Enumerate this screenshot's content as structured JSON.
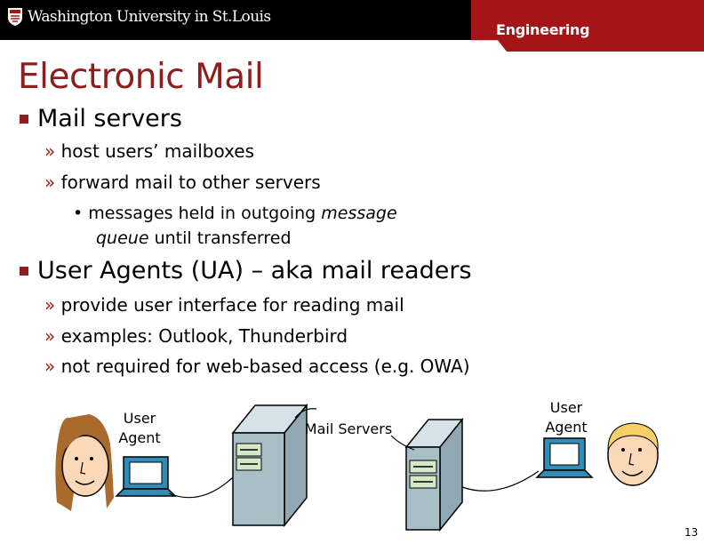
{
  "header": {
    "university": "Washington University in St.Louis",
    "school": "Engineering"
  },
  "slide": {
    "title": "Electronic Mail",
    "bullets": [
      {
        "text": "Mail servers",
        "sub": [
          "host users’ mailboxes",
          "forward mail to other servers"
        ],
        "subsub": {
          "line1_pre": "messages held in outgoing ",
          "line1_em": "message",
          "line2_em": "queue",
          "line2_post": " until transferred"
        }
      },
      {
        "text": "User Agents (UA) – aka mail readers",
        "sub": [
          "provide user interface for reading mail",
          "examples: Outlook, Thunderbird",
          "not required for web-based access (e.g. OWA)"
        ]
      }
    ],
    "sub_marker": "»",
    "subsub_marker": "•"
  },
  "diagram": {
    "left_agent_label": [
      "User",
      "Agent"
    ],
    "servers_label": "Mail Servers",
    "right_agent_label": [
      "User",
      "Agent"
    ]
  },
  "footer": {
    "page_number": "13"
  },
  "colors": {
    "accent": "#8e1d1d",
    "tab": "#a51417",
    "topbar": "#000000",
    "server": "#a9bfc7",
    "screen": "#2f8db8"
  }
}
